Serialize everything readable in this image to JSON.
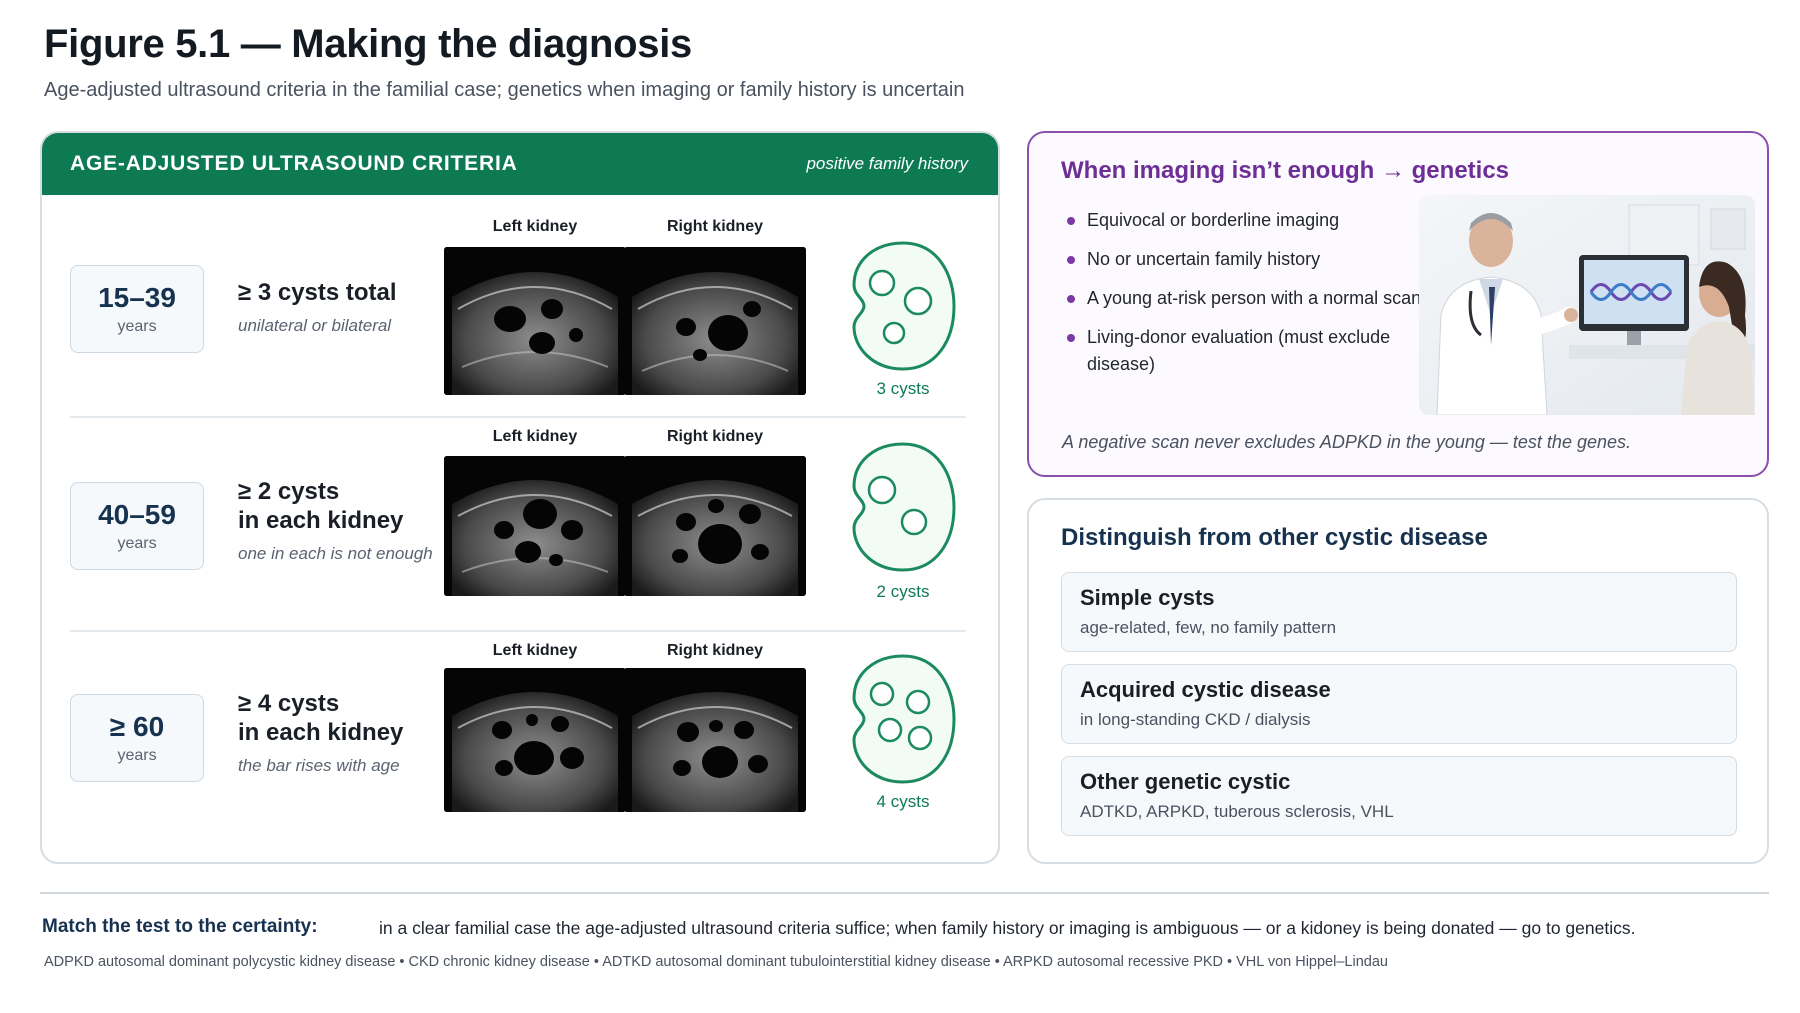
{
  "figure": {
    "title": "Figure 5.1 — Making the diagnosis",
    "subtitle": "Age-adjusted ultrasound criteria in the familial case; genetics when imaging or family history is uncertain"
  },
  "criteria_panel": {
    "header": "AGE-ADJUSTED ULTRASOUND CRITERIA",
    "header_note": "positive family history",
    "left_label": "Left kidney",
    "right_label": "Right kidney",
    "rows": [
      {
        "age": "15–39",
        "unit": "years",
        "criterion_line1": "≥ 3 cysts total",
        "criterion_line2": "",
        "note": "unilateral or bilateral",
        "cyst_count": "3 cysts",
        "cyst_dots": 3
      },
      {
        "age": "40–59",
        "unit": "years",
        "criterion_line1": "≥ 2 cysts",
        "criterion_line2": "in each kidney",
        "note": "one in each is not enough",
        "cyst_count": "2 cysts",
        "cyst_dots": 2
      },
      {
        "age": "≥ 60",
        "unit": "years",
        "criterion_line1": "≥ 4 cysts",
        "criterion_line2": "in each kidney",
        "note": "the bar rises with age",
        "cyst_count": "4 cysts",
        "cyst_dots": 4
      }
    ]
  },
  "genetics_panel": {
    "title": "When imaging isn’t enough → genetics",
    "items": [
      "Equivocal or borderline imaging",
      "No or uncertain family history",
      "A young at-risk person with a normal scan",
      "Living-donor evaluation (must exclude disease)"
    ],
    "footnote": "A negative scan never excludes ADPKD in the young — test the genes."
  },
  "distinguish_panel": {
    "title": "Distinguish from other cystic disease",
    "cards": [
      {
        "title": "Simple cysts",
        "sub": "age-related, few, no family pattern"
      },
      {
        "title": "Acquired cystic disease",
        "sub": "in long-standing CKD / dialysis"
      },
      {
        "title": "Other genetic cystic",
        "sub": "ADTKD, ARPKD, tuberous sclerosis, VHL"
      }
    ]
  },
  "bottom": {
    "match_label": "Match the test to the certainty:",
    "match_text": "in a clear familial case the age-adjusted ultrasound criteria suffice; when family history or imaging is ambiguous — or a kidoney  is being donated — go to genetics.",
    "abbreviations": "ADPKD autosomal dominant polycystic kidney disease • CKD chronic kidney disease • ADTKD autosomal dominant tubulointerstitial kidney disease • ARPKD autosomal recessive PKD • VHL von Hippel–Lindau"
  },
  "colors": {
    "green": "#0e7a54",
    "purple": "#6d2f96",
    "navy": "#17324f"
  }
}
